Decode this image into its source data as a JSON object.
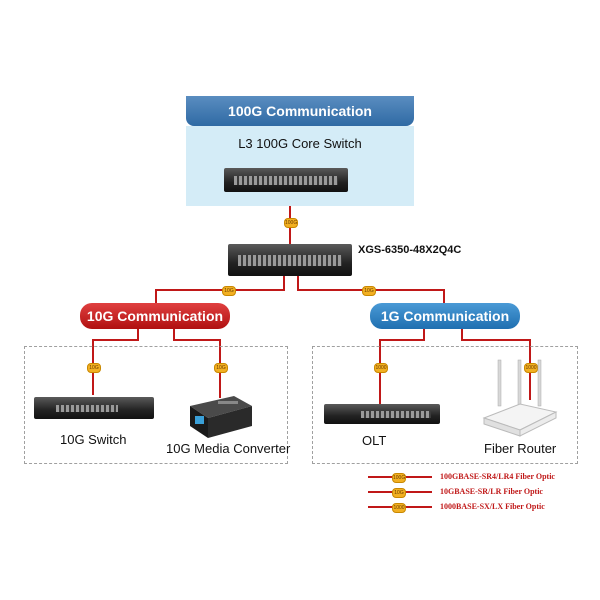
{
  "header": {
    "title": "100G Communication"
  },
  "core": {
    "label": "L3 100G Core Switch"
  },
  "main_switch": {
    "model": "XGS-6350-48X2Q4C"
  },
  "sections": {
    "ten_g": {
      "title": "10G Communication"
    },
    "one_g": {
      "title": "1G Communication"
    }
  },
  "devices": {
    "switch10g": "10G Switch",
    "media_converter": "10G Media Converter",
    "olt": "OLT",
    "fiber_router": "Fiber Router"
  },
  "badges": {
    "b100g": "100G",
    "b10g": "10G",
    "b1000": "1000"
  },
  "legend": [
    {
      "label": "100GBASE-SR4/LR4 Fiber Optic",
      "badge": "100G"
    },
    {
      "label": "10GBASE-SR/LR Fiber Optic",
      "badge": "10G"
    },
    {
      "label": "1000BASE-SX/LX Fiber Optic",
      "badge": "1000"
    }
  ],
  "colors": {
    "fiber_line": "#c01818",
    "badge": "#f2b022",
    "ten_g_accent": "#c81e1e",
    "one_g_accent": "#2f7fc0",
    "core_panel": "#d4ecf7"
  }
}
